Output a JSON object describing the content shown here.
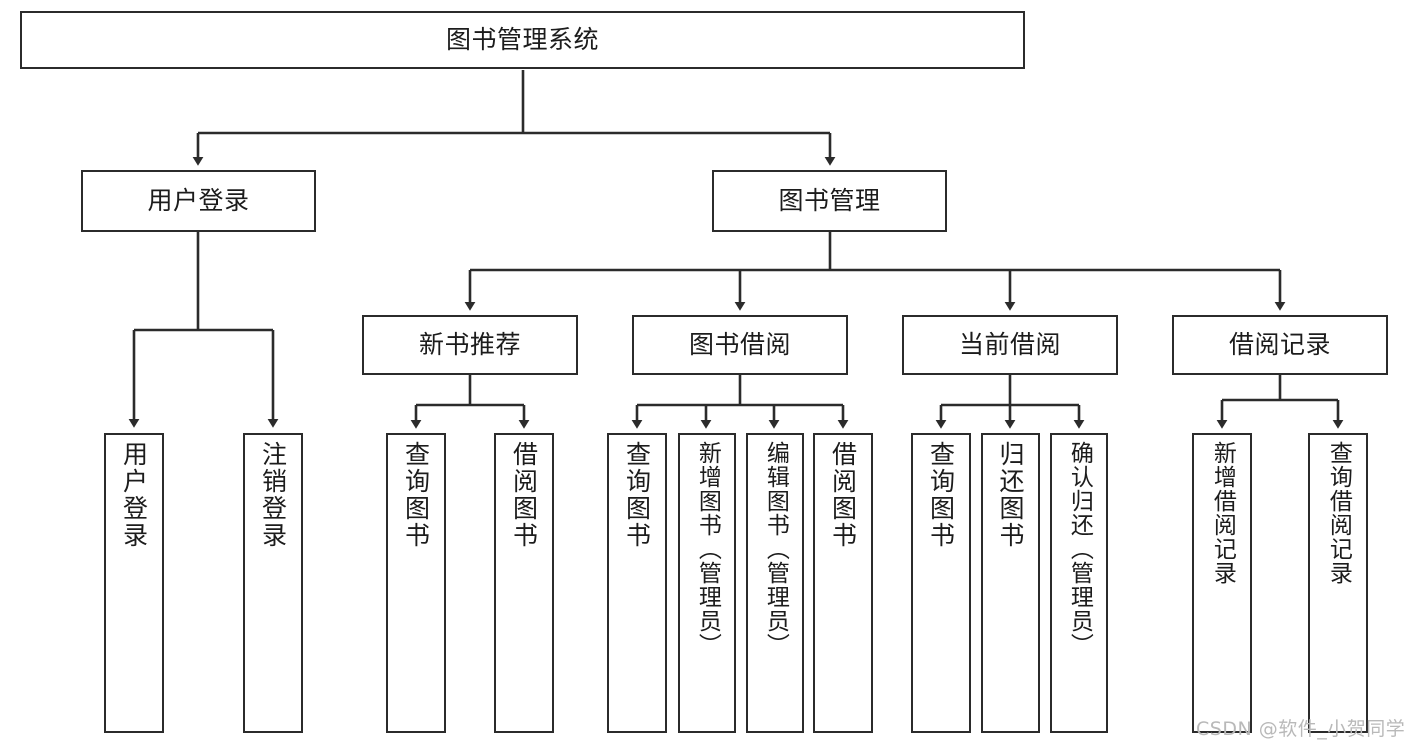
{
  "diagram": {
    "type": "tree",
    "title": "图书管理系统",
    "colors": {
      "box_border": "#2b2b2b",
      "box_fill": "#ffffff",
      "connector": "#2b2b2b",
      "text": "#1c1c1c",
      "watermark": "#b9b9b9",
      "background": "#ffffff"
    },
    "root": {
      "label": "图书管理系统"
    },
    "level2": [
      {
        "label": "用户登录"
      },
      {
        "label": "图书管理"
      }
    ],
    "level3": [
      {
        "label": "新书推荐"
      },
      {
        "label": "图书借阅"
      },
      {
        "label": "当前借阅"
      },
      {
        "label": "借阅记录"
      }
    ],
    "leaves": {
      "user_login": [
        {
          "label": "用户登录"
        },
        {
          "label": "注销登录"
        }
      ],
      "new_book_recommend": [
        {
          "label": "查询图书"
        },
        {
          "label": "借阅图书"
        }
      ],
      "book_borrow": [
        {
          "label": "查询图书"
        },
        {
          "label": "新增图书（管理员）"
        },
        {
          "label": "编辑图书（管理员）"
        },
        {
          "label": "借阅图书"
        }
      ],
      "current_borrow": [
        {
          "label": "查询图书"
        },
        {
          "label": "归还图书"
        },
        {
          "label": "确认归还（管理员）"
        }
      ],
      "borrow_record": [
        {
          "label": "新增借阅记录"
        },
        {
          "label": "查询借阅记录"
        }
      ]
    }
  },
  "watermark": {
    "text": "CSDN @软件_小贺同学"
  }
}
